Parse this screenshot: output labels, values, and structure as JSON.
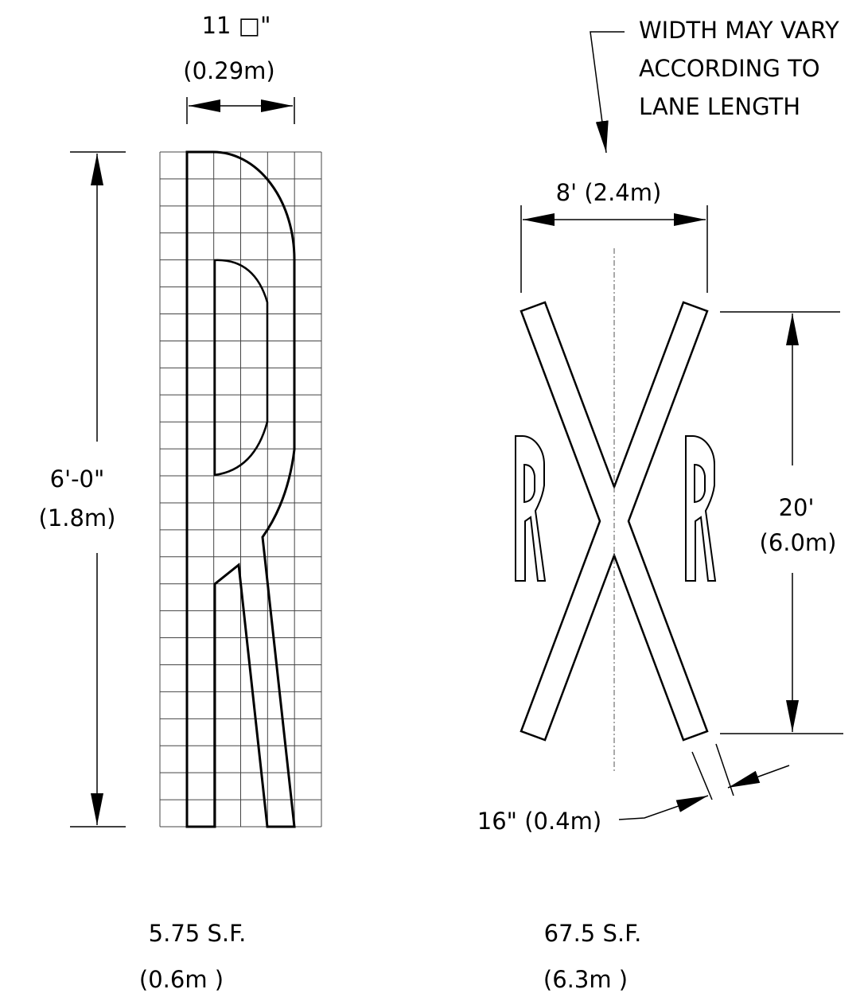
{
  "letter_r_detail": {
    "width_dim": {
      "imperial": "11 □\"",
      "metric": "(0.29m)"
    },
    "height_dim": {
      "imperial": "6'-0\"",
      "metric": "(1.8m)"
    },
    "area": {
      "imperial": "5.75 S.F.",
      "metric": "(0.6m )"
    }
  },
  "rxr_marking": {
    "note": [
      "WIDTH MAY VARY",
      "ACCORDING TO",
      "LANE LENGTH"
    ],
    "width_dim": "8' (2.4m)",
    "length_dim": {
      "imperial": "20'",
      "metric": "(6.0m)"
    },
    "stroke_dim": "16\" (0.4m)",
    "area": {
      "imperial": "67.5 S.F.",
      "metric": "(6.3m )"
    }
  },
  "colors": {
    "line": "#000000",
    "grid": "#444444",
    "background": "#ffffff"
  }
}
